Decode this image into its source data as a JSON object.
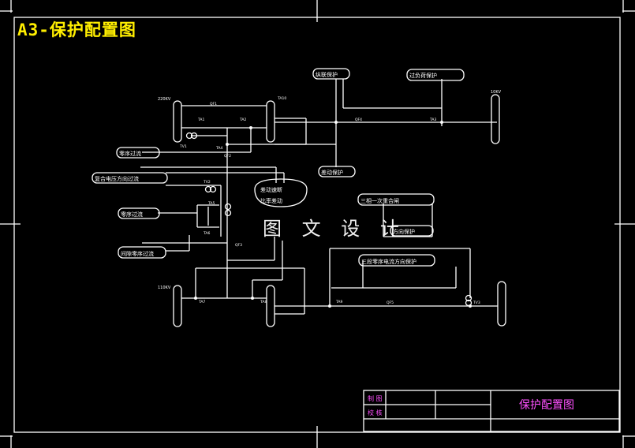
{
  "header": {
    "title": "A3-保护配置图"
  },
  "watermark": "图 文 设 计",
  "title_block": {
    "drawing_title": "保护配置图",
    "row_labels": [
      "制 图",
      "校 核"
    ]
  },
  "diagram": {
    "boxes": [
      "纵联保护",
      "过负荷保护",
      "零序过流",
      "复合电压方向过流",
      "零序过流",
      "间隙零序过流",
      "差动保护",
      "三相一次重合闸",
      "方向保护",
      "三段零序电流方向保护"
    ],
    "protection_ellipse": [
      "差动速断",
      "比率差动"
    ],
    "bus_labels": [
      "220KV",
      "110KV",
      "10KV"
    ],
    "small_labels": [
      "QF1",
      "QF2",
      "QF3",
      "QF4",
      "QF5",
      "TA1",
      "TA2",
      "TA3",
      "TA4",
      "TA5",
      "TA6",
      "TA7",
      "TA8",
      "TA9",
      "TA10",
      "TV1",
      "TV2",
      "TV3"
    ]
  }
}
